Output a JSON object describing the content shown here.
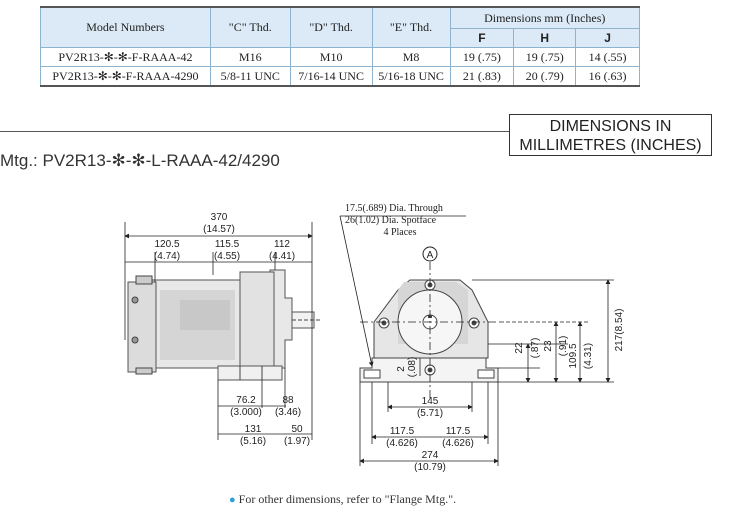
{
  "table": {
    "headers": {
      "model_numbers": "Model Numbers",
      "c_thd": "\"C\" Thd.",
      "d_thd": "\"D\" Thd.",
      "e_thd": "\"E\" Thd.",
      "dimensions": "Dimensions   mm (Inches)",
      "f": "F",
      "h": "H",
      "j": "J"
    },
    "rows": [
      {
        "model": "PV2R13-✻-✻-F-RAAA-42",
        "c": "M16",
        "d": "M10",
        "e": "M8",
        "f": "19 (.75)",
        "h": "19 (.75)",
        "j": "14 (.55)"
      },
      {
        "model": "PV2R13-✻-✻-F-RAAA-4290",
        "c": "5/8-11 UNC",
        "d": "7/16-14 UNC",
        "e": "5/16-18 UNC",
        "f": "21 (.83)",
        "h": "20 (.79)",
        "j": "16 (.63)"
      }
    ]
  },
  "dimensions_box": {
    "line1": "DIMENSIONS IN",
    "line2": "MILLIMETRES (INCHES)"
  },
  "mounting_title": "Mtg.: PV2R13-✻-✻-L-RAAA-42/4290",
  "side_view": {
    "overall": "370",
    "overall_in": "(14.57)",
    "d1": "120.5",
    "d1_in": "(4.74)",
    "d2": "115.5",
    "d2_in": "(4.55)",
    "d3": "112",
    "d3_in": "(4.41)",
    "b1": "76.2",
    "b1_in": "(3.000)",
    "b2": "88",
    "b2_in": "(3.46)",
    "b3": "131",
    "b3_in": "(5.16)",
    "b4": "50",
    "b4_in": "(1.97)"
  },
  "front_view": {
    "callout_line1": "17.5(.689) Dia. Through",
    "callout_line2": "26(1.02) Dia. Spotface",
    "callout_line3": "4 Places",
    "label_a": "A",
    "v2": "2",
    "v2_in": "(.08)",
    "w145": "145",
    "w145_in": "(5.71)",
    "w1175a": "117.5",
    "w1175a_in": "(4.626)",
    "w1175b": "117.5",
    "w1175b_in": "(4.626)",
    "w274": "274",
    "w274_in": "(10.79)",
    "h22": "22",
    "h22_in": "(.87)",
    "h23": "23",
    "h23_in": "(.91)",
    "h109": "109.5",
    "h109_in": "(4.31)",
    "h217": "217(8.54)"
  },
  "note": "For other dimensions, refer to \"Flange Mtg.\"."
}
